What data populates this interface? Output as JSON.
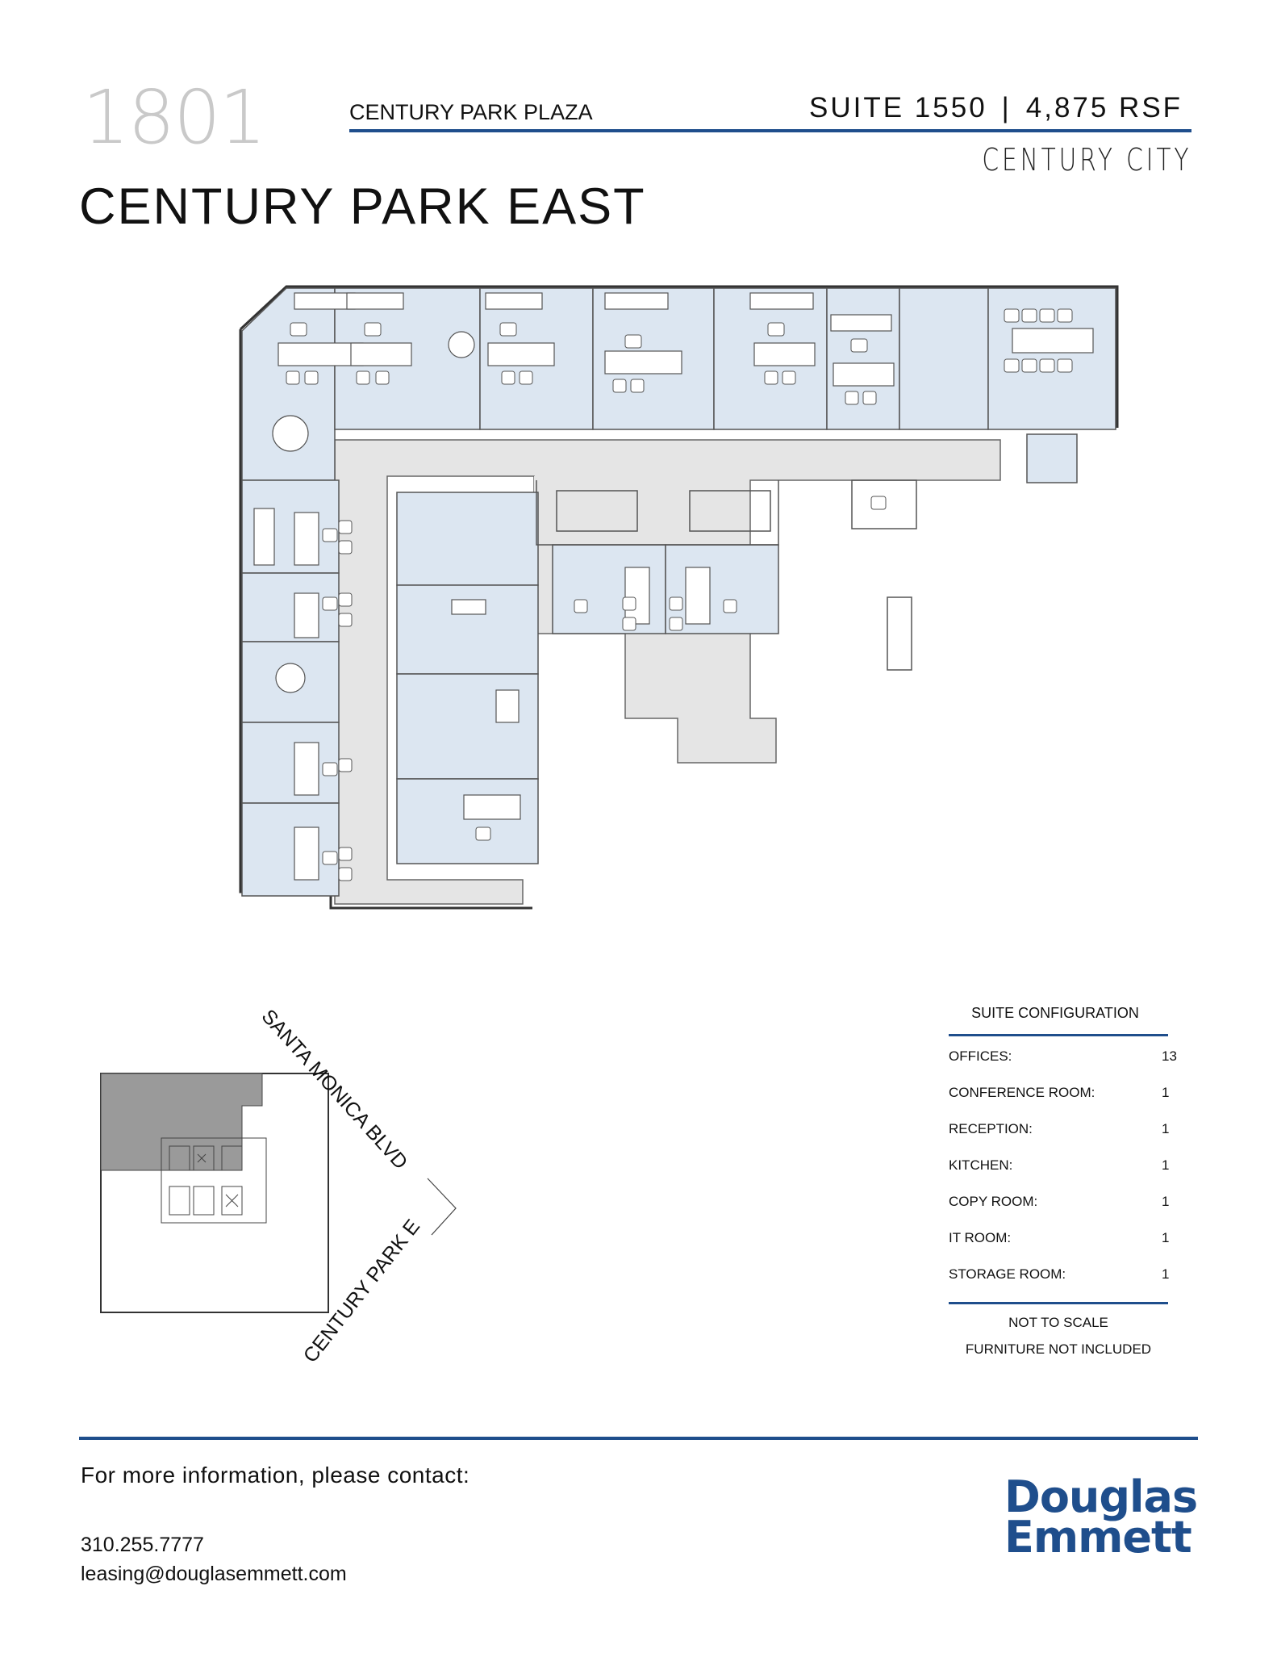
{
  "header": {
    "building_number": "1801",
    "plaza": "CENTURY PARK PLAZA",
    "suite": "SUITE 1550",
    "separator": "|",
    "rsf": "4,875 RSF",
    "city": "CENTURY CITY",
    "street": "CENTURY PARK EAST"
  },
  "key_plan": {
    "street_1": "SANTA MONICA BLVD",
    "street_2": "CENTURY PARK E"
  },
  "suite_configuration": {
    "title": "SUITE CONFIGURATION",
    "rows": [
      {
        "label": "OFFICES:",
        "value": "13"
      },
      {
        "label": "CONFERENCE ROOM:",
        "value": "1"
      },
      {
        "label": "RECEPTION:",
        "value": "1"
      },
      {
        "label": "KITCHEN:",
        "value": "1"
      },
      {
        "label": "COPY ROOM:",
        "value": "1"
      },
      {
        "label": "IT ROOM:",
        "value": "1"
      },
      {
        "label": "STORAGE ROOM:",
        "value": "1"
      }
    ],
    "note_1": "NOT TO SCALE",
    "note_2": "FURNITURE NOT INCLUDED"
  },
  "footer": {
    "contact_heading": "For more information, please contact:",
    "phone": "310.255.7777",
    "email": "leasing@douglasemmett.com",
    "logo_line_1": "Douglas",
    "logo_line_2": "Emmett"
  },
  "colors": {
    "accent": "#1f4e8c",
    "office_fill": "#dce6f1",
    "corridor_fill": "#e5e5e5",
    "suite_fill_keyplan": "#9a9a9a"
  }
}
